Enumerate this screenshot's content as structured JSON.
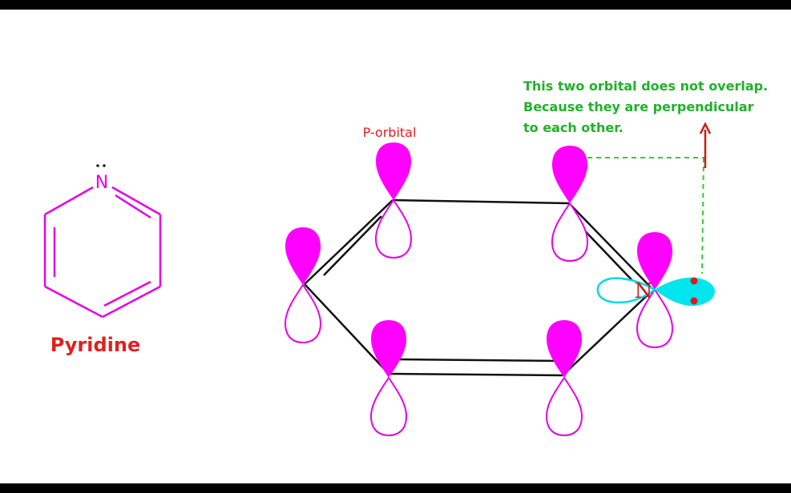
{
  "pyridine": {
    "name_label": "Pyridine",
    "nitrogen_label": "N",
    "lone_pair": ".."
  },
  "orbital_diagram": {
    "p_orbital_label": "P-orbital",
    "nitrogen_label": "N",
    "note_lines": [
      "This two orbital does not overlap.",
      "Because they are perpendicular",
      "to each other."
    ]
  },
  "colors": {
    "magenta": "#ff00ff",
    "cyan": "#00e5ee",
    "red_label": "#e0201f",
    "green_note": "#22b02c",
    "arrow": "#cc1a1a"
  }
}
